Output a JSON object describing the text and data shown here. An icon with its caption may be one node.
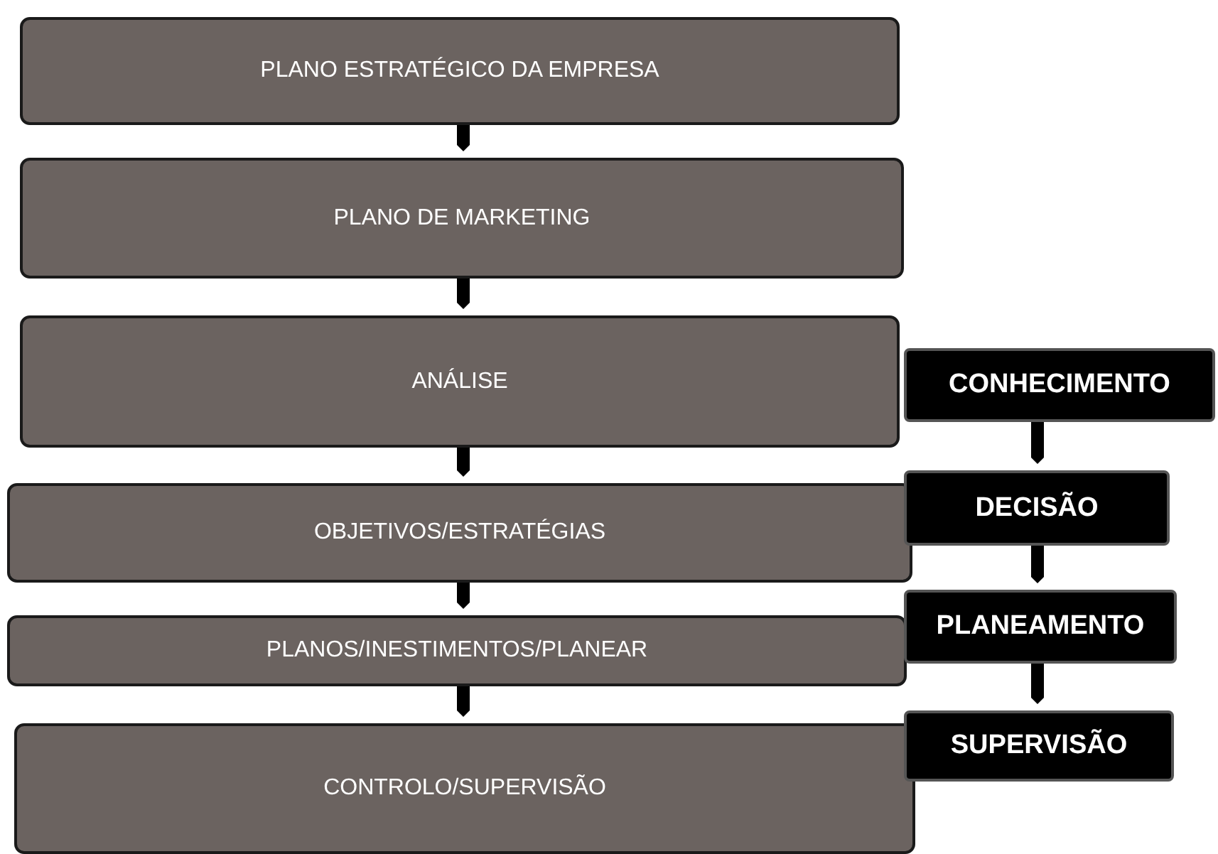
{
  "diagram": {
    "nodes": [
      {
        "text": [
          "PLANO ESTRATÉGICO DA EMPRESA"
        ]
      },
      {
        "text": [
          "PLANO DE MARKETING"
        ]
      },
      {
        "text": [
          "ANÁLISE"
        ]
      },
      {
        "text": [
          "OBJETIVOS/ESTRATÉGIAS"
        ]
      },
      {
        "text": [
          "PLANOS/INESTIMENTOS/PLANEAR"
        ]
      },
      {
        "text": [
          "CONTROLO/SUPERVISÃO"
        ]
      },
      {
        "text": [
          "CONHECIMENTO"
        ]
      },
      {
        "text": [
          "DECISÃO"
        ]
      },
      {
        "text": [
          "PLANEAMENTO"
        ]
      },
      {
        "text": [
          "SUPERVISÃO"
        ]
      }
    ],
    "edges": [
      {
        "from": 0,
        "to": 1,
        "arrow": "to"
      },
      {
        "from": 1,
        "to": 2,
        "arrow": "to"
      },
      {
        "from": 2,
        "to": 3,
        "arrow": "to"
      },
      {
        "from": 3,
        "to": 4,
        "arrow": "to"
      },
      {
        "from": 4,
        "to": 5,
        "arrow": "to"
      },
      {
        "from": 6,
        "to": 7,
        "arrow": "to"
      },
      {
        "from": 7,
        "to": 8,
        "arrow": "to"
      },
      {
        "from": 8,
        "to": 9,
        "arrow": "to"
      }
    ]
  }
}
